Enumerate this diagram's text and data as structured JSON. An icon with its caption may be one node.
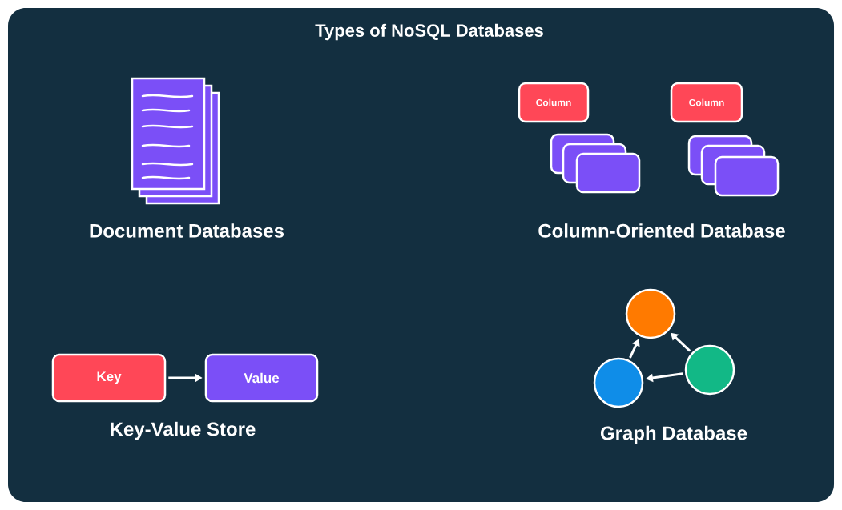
{
  "diagram": {
    "title": "Types of NoSQL Databases",
    "nodes": [
      {
        "text": [
          "Column"
        ]
      },
      {
        "text": [
          "Column"
        ]
      },
      {
        "text": [
          "Key"
        ]
      },
      {
        "text": [
          "Value"
        ]
      },
      {
        "text": [],
        "shape": "circle"
      },
      {
        "text": [],
        "shape": "circle"
      },
      {
        "text": [],
        "shape": "circle"
      }
    ],
    "edges": [
      {
        "from": 2,
        "to": 3,
        "arrow": "to"
      },
      {
        "from": 5,
        "to": 4,
        "arrow": "to"
      },
      {
        "from": 6,
        "to": 4,
        "arrow": "to"
      },
      {
        "from": 6,
        "to": 5,
        "arrow": "to"
      }
    ],
    "labels": [
      "Document Databases",
      "Column-Oriented Database",
      "Key-Value Store",
      "Graph Database"
    ]
  }
}
